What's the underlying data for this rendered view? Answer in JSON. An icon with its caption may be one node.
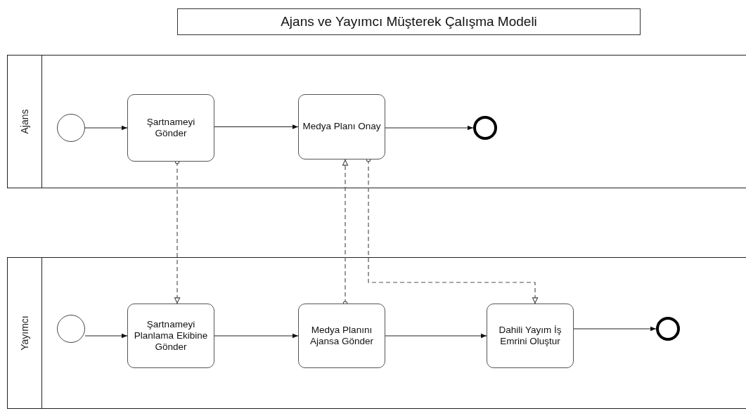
{
  "diagram": {
    "title": "Ajans ve Yayımcı Müşterek Çalışma Modeli",
    "nodes": [
      {
        "text": [
          "Ajans"
        ]
      },
      {
        "text": [],
        "shape": "circle",
        "in": 0
      },
      {
        "text": [
          "Şartnameyi Gönder"
        ],
        "in": 0
      },
      {
        "text": [
          "Medya Planı Onay"
        ],
        "in": 0
      },
      {
        "text": [],
        "shape": "circle",
        "in": 0
      },
      {
        "text": [
          "Yayımcı"
        ]
      },
      {
        "text": [],
        "shape": "circle",
        "in": 5
      },
      {
        "text": [
          "Şartnameyi Planlama Ekibine Gönder"
        ],
        "in": 5
      },
      {
        "text": [
          "Medya Planını Ajansa Gönder"
        ],
        "in": 5
      },
      {
        "text": [
          "Dahili Yayım İş Emrini Oluştur"
        ],
        "in": 5
      },
      {
        "text": [],
        "shape": "circle",
        "in": 5
      }
    ],
    "edges": [
      {
        "from": 1,
        "to": 2,
        "arrow": "to"
      },
      {
        "from": 2,
        "to": 3,
        "arrow": "to"
      },
      {
        "from": 3,
        "to": 4,
        "arrow": "to"
      },
      {
        "from": 2,
        "to": 7,
        "arrow": "to",
        "style": "dashed"
      },
      {
        "from": 8,
        "to": 3,
        "arrow": "to",
        "style": "dashed"
      },
      {
        "from": 3,
        "to": 9,
        "arrow": "to",
        "style": "dashed"
      },
      {
        "from": 6,
        "to": 7,
        "arrow": "to"
      },
      {
        "from": 7,
        "to": 8,
        "arrow": "to"
      },
      {
        "from": 8,
        "to": 9,
        "arrow": "to"
      },
      {
        "from": 9,
        "to": 10,
        "arrow": "to"
      }
    ]
  }
}
